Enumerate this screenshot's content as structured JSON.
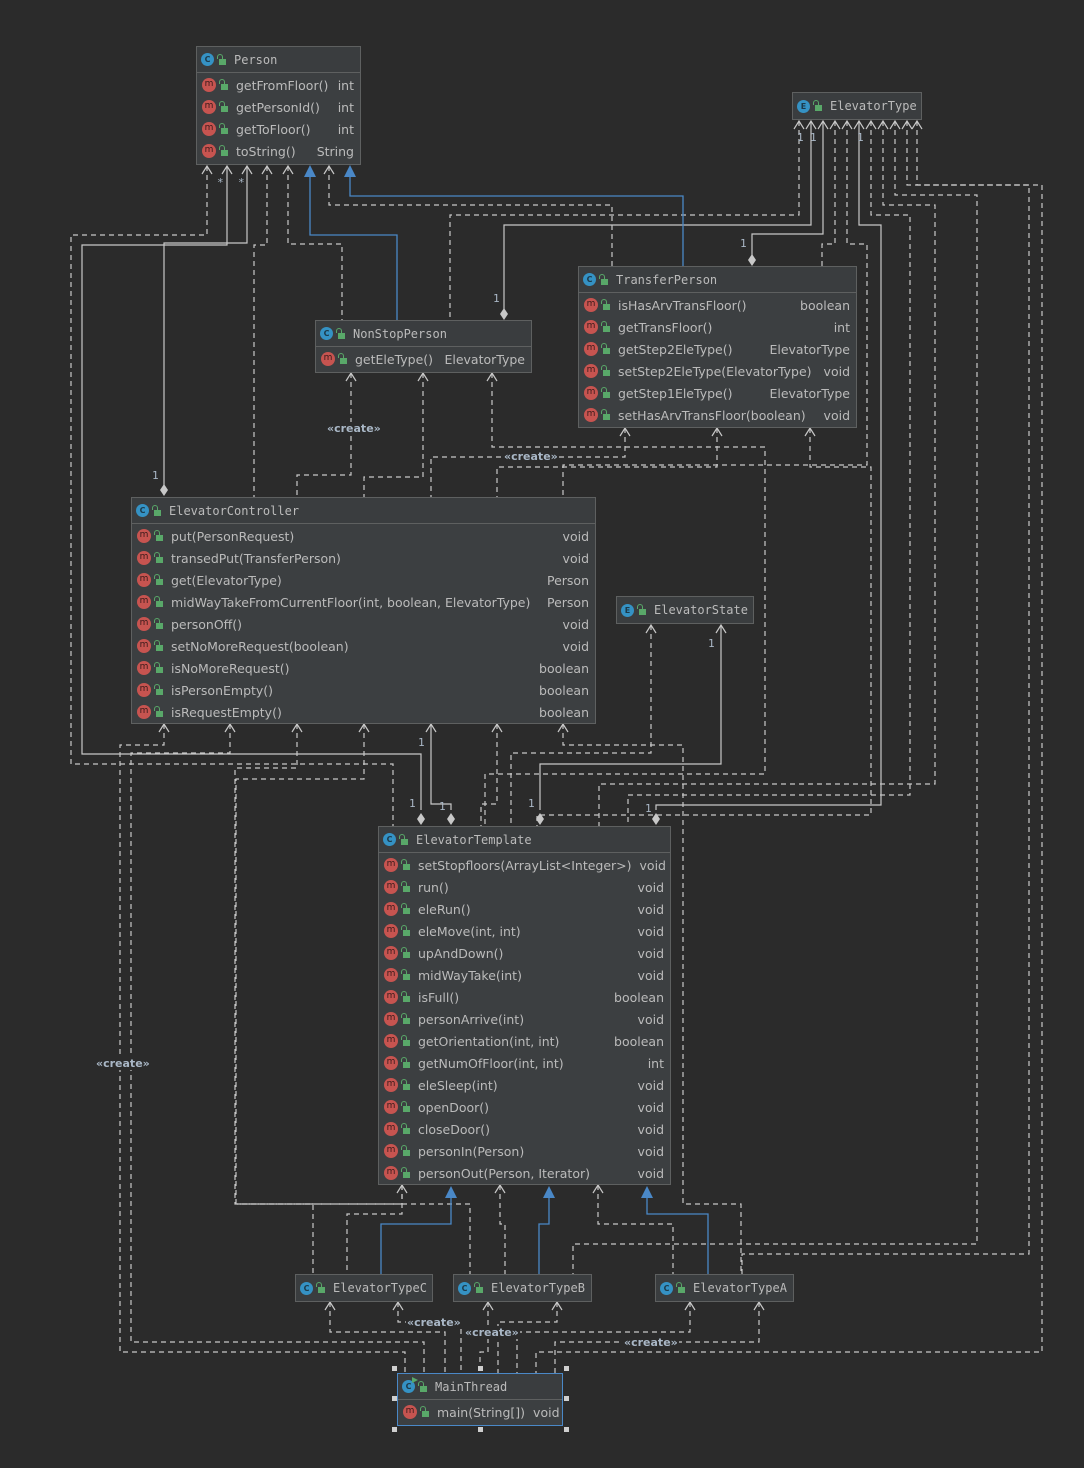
{
  "diagram": {
    "type": "UML class diagram",
    "classes": [
      {
        "id": "person",
        "kind": "C",
        "name": "Person",
        "methods": [
          {
            "name": "getFromFloor()",
            "ret": "int"
          },
          {
            "name": "getPersonId()",
            "ret": "int"
          },
          {
            "name": "getToFloor()",
            "ret": "int"
          },
          {
            "name": "toString()",
            "ret": "String"
          }
        ]
      },
      {
        "id": "elevatorType",
        "kind": "E",
        "name": "ElevatorType",
        "methods": []
      },
      {
        "id": "transferPerson",
        "kind": "C",
        "name": "TransferPerson",
        "methods": [
          {
            "name": "isHasArvTransFloor()",
            "ret": "boolean"
          },
          {
            "name": "getTransFloor()",
            "ret": "int"
          },
          {
            "name": "getStep2EleType()",
            "ret": "ElevatorType"
          },
          {
            "name": "setStep2EleType(ElevatorType)",
            "ret": "void"
          },
          {
            "name": "getStep1EleType()",
            "ret": "ElevatorType"
          },
          {
            "name": "setHasArvTransFloor(boolean)",
            "ret": "void"
          }
        ]
      },
      {
        "id": "nonStopPerson",
        "kind": "C",
        "name": "NonStopPerson",
        "methods": [
          {
            "name": "getEleType()",
            "ret": "ElevatorType"
          }
        ]
      },
      {
        "id": "elevatorController",
        "kind": "C",
        "name": "ElevatorController",
        "methods": [
          {
            "name": "put(PersonRequest)",
            "ret": "void"
          },
          {
            "name": "transedPut(TransferPerson)",
            "ret": "void"
          },
          {
            "name": "get(ElevatorType)",
            "ret": "Person"
          },
          {
            "name": "midWayTakeFromCurrentFloor(int, boolean, ElevatorType)",
            "ret": "Person"
          },
          {
            "name": "personOff()",
            "ret": "void"
          },
          {
            "name": "setNoMoreRequest(boolean)",
            "ret": "void"
          },
          {
            "name": "isNoMoreRequest()",
            "ret": "boolean"
          },
          {
            "name": "isPersonEmpty()",
            "ret": "boolean"
          },
          {
            "name": "isRequestEmpty()",
            "ret": "boolean"
          }
        ]
      },
      {
        "id": "elevatorState",
        "kind": "E",
        "name": "ElevatorState",
        "methods": []
      },
      {
        "id": "elevatorTemplate",
        "kind": "C",
        "name": "ElevatorTemplate",
        "methods": [
          {
            "name": "setStopfloors(ArrayList<Integer>)",
            "ret": "void"
          },
          {
            "name": "run()",
            "ret": "void"
          },
          {
            "name": "eleRun()",
            "ret": "void"
          },
          {
            "name": "eleMove(int, int)",
            "ret": "void"
          },
          {
            "name": "upAndDown()",
            "ret": "void"
          },
          {
            "name": "midWayTake(int)",
            "ret": "void"
          },
          {
            "name": "isFull()",
            "ret": "boolean"
          },
          {
            "name": "personArrive(int)",
            "ret": "void"
          },
          {
            "name": "getOrientation(int, int)",
            "ret": "boolean"
          },
          {
            "name": "getNumOfFloor(int, int)",
            "ret": "int"
          },
          {
            "name": "eleSleep(int)",
            "ret": "void"
          },
          {
            "name": "openDoor()",
            "ret": "void"
          },
          {
            "name": "closeDoor()",
            "ret": "void"
          },
          {
            "name": "personIn(Person)",
            "ret": "void"
          },
          {
            "name": "personOut(Person, Iterator)",
            "ret": "void"
          }
        ]
      },
      {
        "id": "elevatorTypeC",
        "kind": "C",
        "name": "ElevatorTypeC",
        "methods": []
      },
      {
        "id": "elevatorTypeB",
        "kind": "C",
        "name": "ElevatorTypeB",
        "methods": []
      },
      {
        "id": "elevatorTypeA",
        "kind": "C",
        "name": "ElevatorTypeA",
        "methods": []
      },
      {
        "id": "mainThread",
        "kind": "C",
        "name": "MainThread",
        "runnable": true,
        "selected": true,
        "methods": [
          {
            "name": "main(String[])",
            "ret": "void"
          }
        ]
      }
    ],
    "icons": {
      "class": "C",
      "enum": "E",
      "method": "m"
    },
    "labels": {
      "create": "«create»",
      "one": "1",
      "many": "*"
    },
    "colors": {
      "background": "#2b2b2b",
      "node": "#3c3f41",
      "edge": "#c8c8c8",
      "inheritance": "#4a88c7",
      "class_icon": "#3592c4",
      "method_icon": "#c75450",
      "public_lock": "#59a869"
    }
  }
}
